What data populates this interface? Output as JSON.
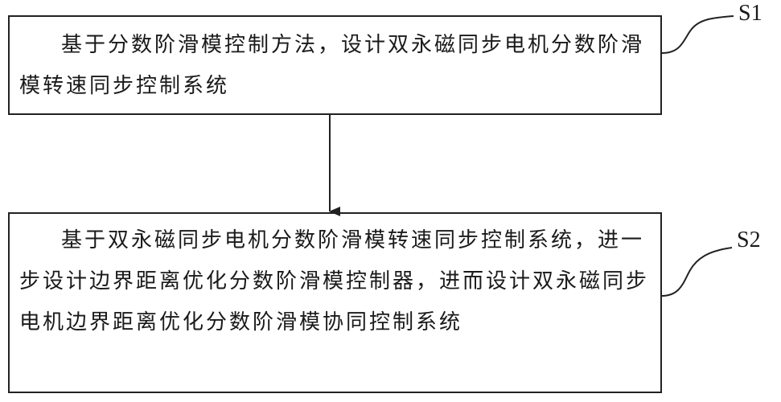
{
  "steps": [
    {
      "label": "S1",
      "text": "基于分数阶滑模控制方法，设计双永磁同步电机分数阶滑模转速同步控制系统"
    },
    {
      "label": "S2",
      "text": "基于双永磁同步电机分数阶滑模转速同步控制系统，进一步设计边界距离优化分数阶滑模控制器，进而设计双永磁同步电机边界距离优化分数阶滑模协同控制系统"
    }
  ]
}
